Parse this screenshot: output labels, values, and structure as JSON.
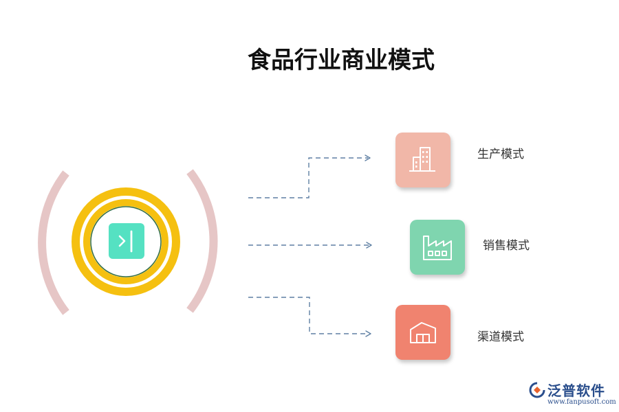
{
  "title": "食品行业商业模式",
  "center": {
    "icon": "expand-right-icon",
    "ring_color": "#f5c010",
    "core_color": "#55e1c2",
    "bracket_color": "#e6c6c6"
  },
  "branches": [
    {
      "label": "生产模式",
      "icon": "building-icon",
      "color": "#f1b7a8"
    },
    {
      "label": "销售模式",
      "icon": "factory-icon",
      "color": "#7fd5af"
    },
    {
      "label": "渠道模式",
      "icon": "warehouse-icon",
      "color": "#f0836f"
    }
  ],
  "connector_color": "#5e7fa3",
  "brand": {
    "name": "泛普软件",
    "url": "www.fanpusoft.com",
    "logo_icon": "fanpu-logo-icon",
    "color": "#2a4e8c"
  }
}
